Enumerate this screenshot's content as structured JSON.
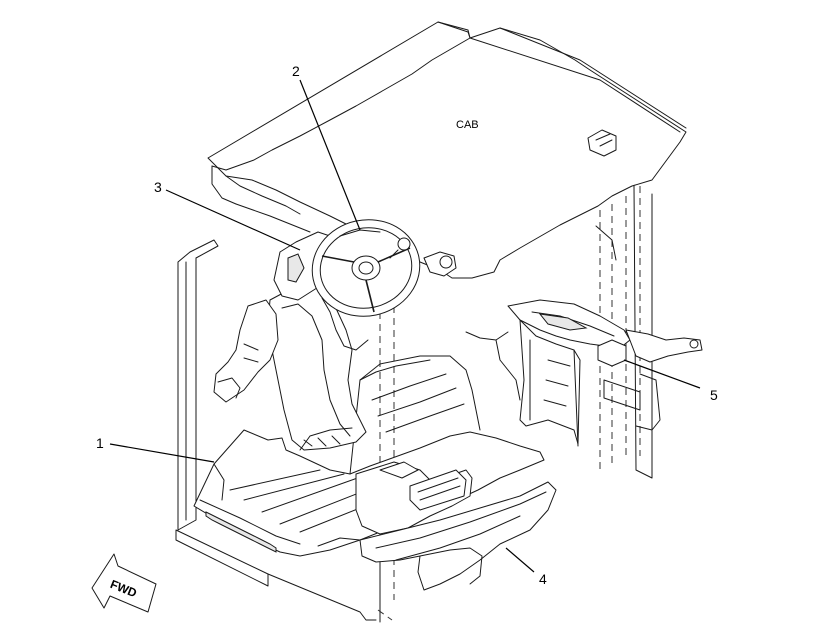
{
  "diagram": {
    "cab_label": "CAB",
    "direction_label": "FWD",
    "callouts": [
      {
        "id": "1",
        "label": "1"
      },
      {
        "id": "2",
        "label": "2"
      },
      {
        "id": "3",
        "label": "3"
      },
      {
        "id": "4",
        "label": "4"
      },
      {
        "id": "5",
        "label": "5"
      }
    ]
  }
}
